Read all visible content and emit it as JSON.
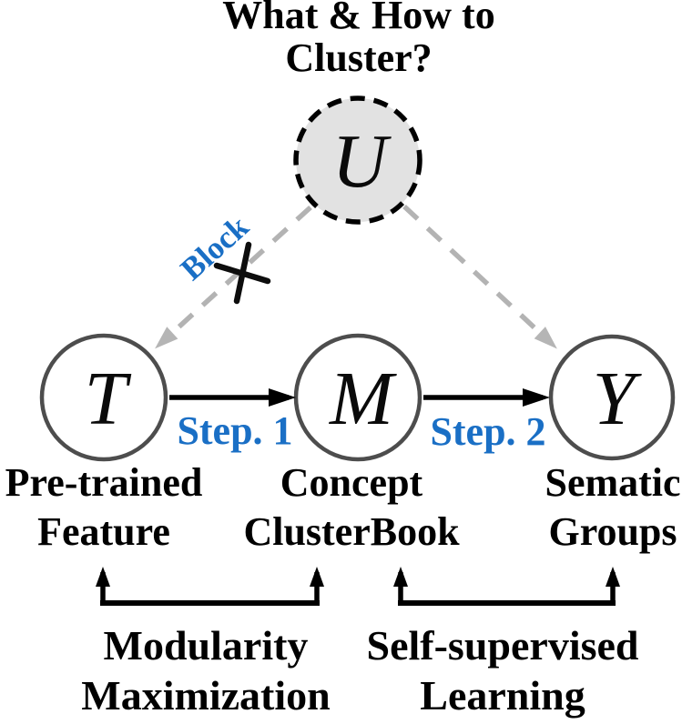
{
  "title": {
    "line1": "What & How to",
    "line2": "Cluster?"
  },
  "nodes": {
    "u": {
      "symbol": "U"
    },
    "t": {
      "symbol": "T",
      "caption_line1": "Pre-trained",
      "caption_line2": "Feature"
    },
    "m": {
      "symbol": "M",
      "caption_line1": "Concept",
      "caption_line2": "ClusterBook"
    },
    "y": {
      "symbol": "Y",
      "caption_line1": "Sematic",
      "caption_line2": "Groups"
    }
  },
  "edges": {
    "u_to_t": {
      "label": "Block"
    },
    "t_to_m": {
      "label": "Step. 1"
    },
    "m_to_y": {
      "label": "Step. 2"
    }
  },
  "annotations": {
    "left_process_line1": "Modularity",
    "left_process_line2": "Maximization",
    "right_process_line1": "Self-supervised",
    "right_process_line2": "Learning"
  },
  "colors": {
    "accent_blue": "#1a6fc5",
    "node_stroke_gray": "#4d4d4d",
    "dashed_edge_gray": "#b3b3b3",
    "u_node_fill": "#e2e2e2",
    "text_black": "#000000"
  }
}
